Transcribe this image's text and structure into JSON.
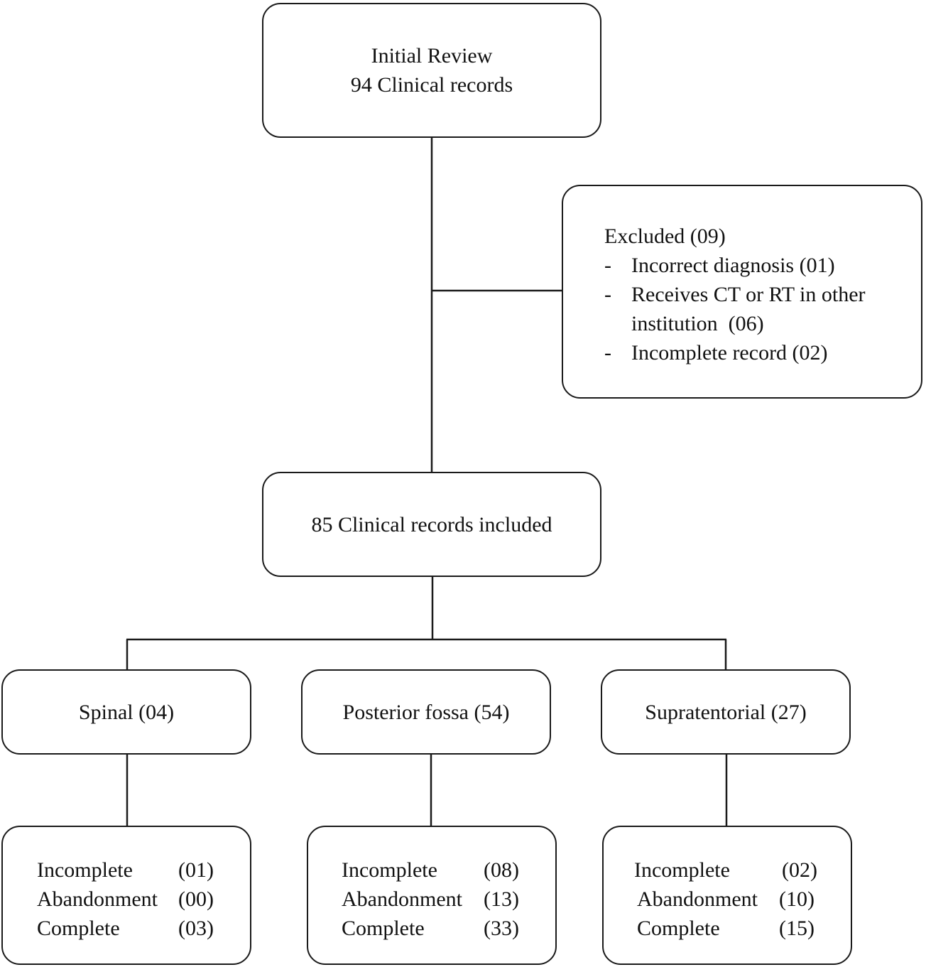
{
  "initial": {
    "line1": "Initial Review",
    "line2": "94 Clinical records"
  },
  "excluded": {
    "title": "Excluded (09)",
    "bullet": "-",
    "items": [
      "Incorrect diagnosis (01)",
      "Receives CT or RT in other institution  (06)",
      "Incomplete record (02)"
    ]
  },
  "included": {
    "label": "85 Clinical records included"
  },
  "categories": [
    {
      "label": "Spinal (04)",
      "outcomes": [
        {
          "label": "Incomplete",
          "count": "(01)"
        },
        {
          "label": "Abandonment",
          "count": "(00)"
        },
        {
          "label": "Complete",
          "count": "(03)"
        }
      ]
    },
    {
      "label": "Posterior fossa (54)",
      "outcomes": [
        {
          "label": "Incomplete",
          "count": "(08)"
        },
        {
          "label": "Abandonment",
          "count": "(13)"
        },
        {
          "label": "Complete",
          "count": "(33)"
        }
      ]
    },
    {
      "label": "Supratentorial (27)",
      "outcomes": [
        {
          "label": "Incomplete",
          "count": "(02)"
        },
        {
          "label": "Abandonment",
          "count": "(10)"
        },
        {
          "label": "Complete",
          "count": "(15)"
        }
      ]
    }
  ]
}
